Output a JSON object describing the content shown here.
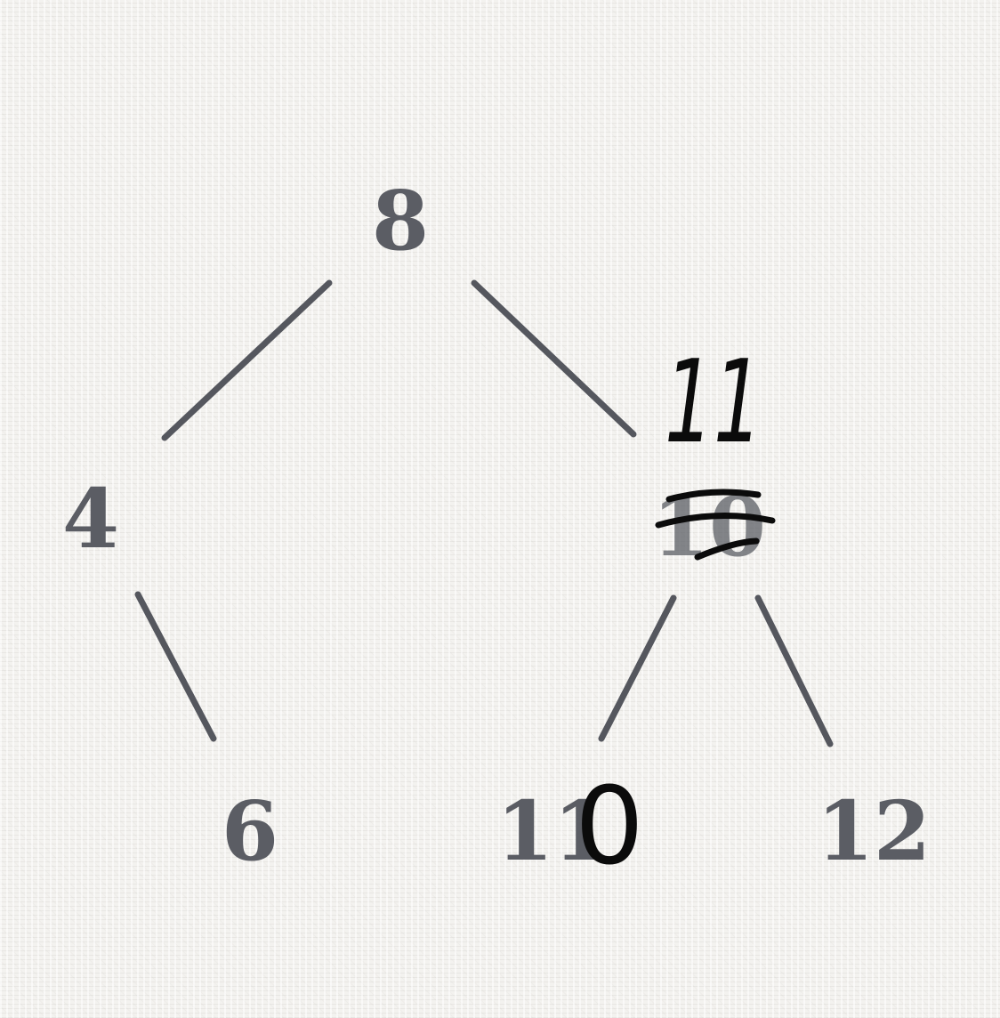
{
  "tree": {
    "nodes": [
      {
        "id": "root",
        "label": "8"
      },
      {
        "id": "left",
        "label": "4"
      },
      {
        "id": "left-right",
        "label": "6"
      },
      {
        "id": "right",
        "label": "10"
      },
      {
        "id": "right-left",
        "label": "11"
      },
      {
        "id": "right-right",
        "label": "12"
      }
    ],
    "edges": [
      {
        "from": "root",
        "to": "left"
      },
      {
        "from": "root",
        "to": "right"
      },
      {
        "from": "left",
        "to": "left-right"
      },
      {
        "from": "right",
        "to": "right-left"
      },
      {
        "from": "right",
        "to": "right-right"
      }
    ]
  },
  "annotations": {
    "replacement_label": "11",
    "overwrite_digit": "0"
  },
  "colors": {
    "printed": "#5b5d64",
    "ink": "#0b0b0b",
    "paper": "#f3f2ef"
  }
}
